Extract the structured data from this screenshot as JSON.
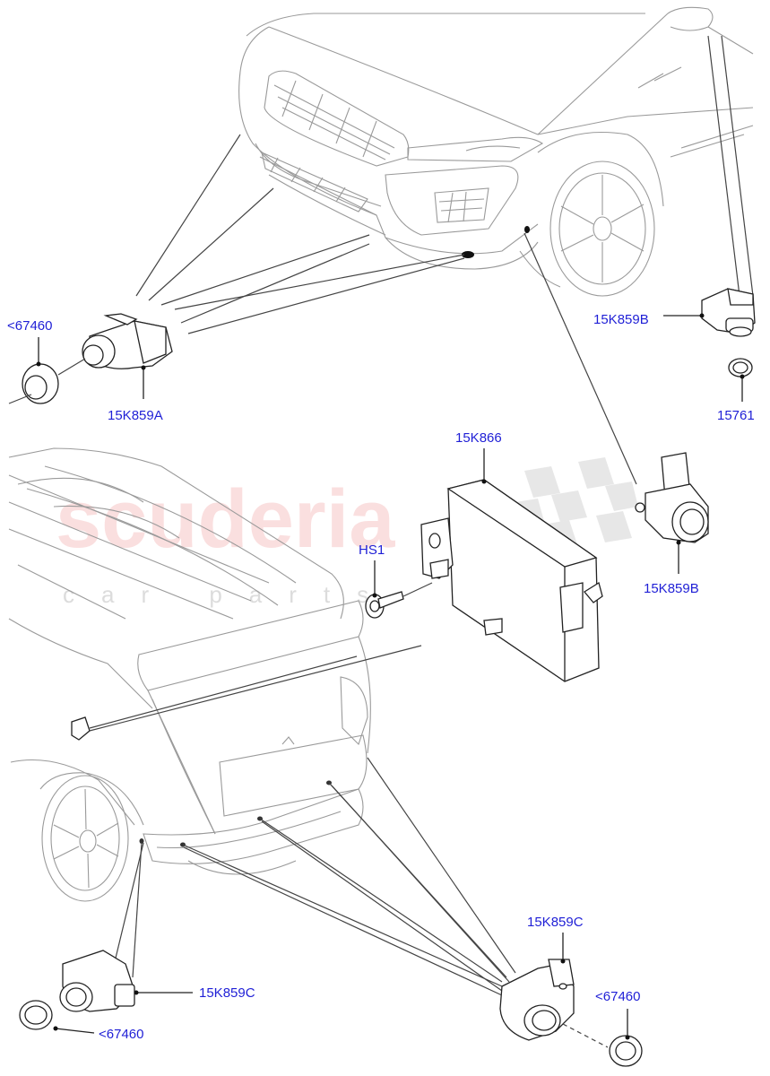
{
  "watermark": {
    "brand": "scuderia",
    "tagline": "car parts"
  },
  "callouts": {
    "sensor_front_outer": "15K859A",
    "bezel_front": "<67460",
    "sensor_front_b": "15K859B",
    "seal": "15761",
    "module": "15K866",
    "screw": "HS1",
    "sensor_front_b2": "15K859B",
    "sensor_rear_c1": "15K859C",
    "bezel_rear_left": "<67460",
    "sensor_rear_c2": "15K859C",
    "bezel_rear_right": "<67460"
  }
}
